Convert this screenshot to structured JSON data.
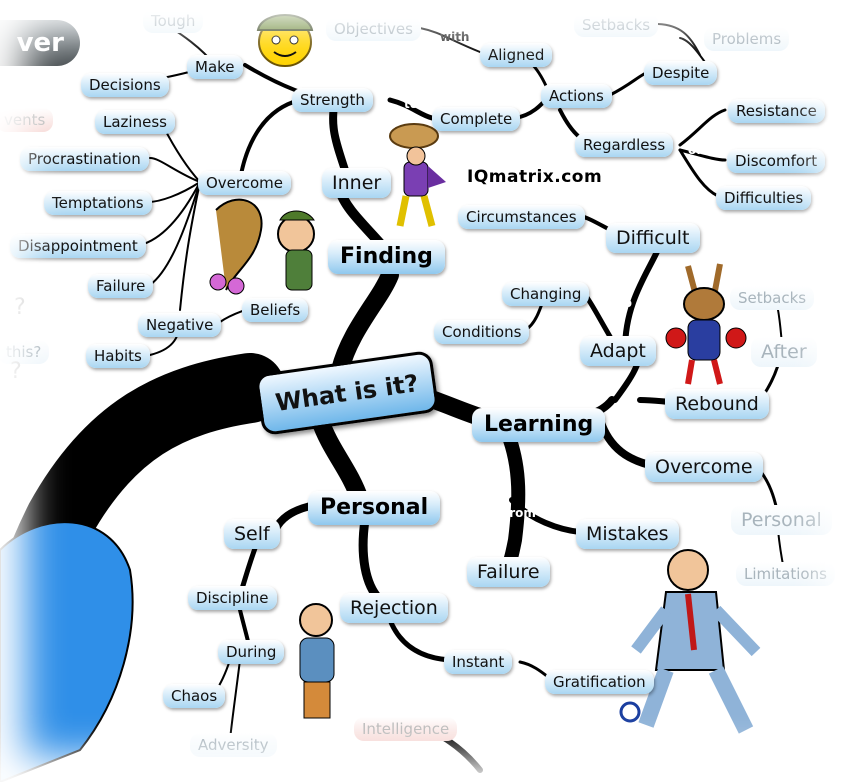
{
  "center": "What is it?",
  "brand": "IQmatrix.com",
  "logo_text": "ver",
  "main_branches": {
    "finding": "Finding",
    "learning": "Learning",
    "personal": "Personal"
  },
  "finding_branch": {
    "inner": "Inner",
    "strength": "Strength",
    "complete": "Complete",
    "actions": "Actions",
    "aligned": "Aligned",
    "objectives": "Objectives",
    "despite": "Despite",
    "problems": "Problems",
    "setbacks": "Setbacks",
    "regardless": "Regardless",
    "resistance": "Resistance",
    "discomfort": "Discomfort",
    "difficulties": "Difficulties",
    "make": "Make",
    "tough": "Tough",
    "decisions": "Decisions",
    "overcome": "Overcome",
    "laziness": "Laziness",
    "procrastination": "Procrastination",
    "temptations": "Temptations",
    "disappointment": "Disappointment",
    "failure": "Failure",
    "negative": "Negative",
    "beliefs": "Beliefs",
    "habits": "Habits"
  },
  "learning_branch": {
    "difficult": "Difficult",
    "circumstances": "Circumstances",
    "adapt": "Adapt",
    "changing": "Changing",
    "conditions": "Conditions",
    "rebound": "Rebound",
    "after": "After",
    "setbacks": "Setbacks",
    "overcome": "Overcome",
    "personal": "Personal",
    "limitations": "Limitations",
    "mistakes": "Mistakes",
    "failure": "Failure"
  },
  "personal_branch": {
    "self": "Self",
    "discipline": "Discipline",
    "during": "During",
    "chaos": "Chaos",
    "adversity": "Adversity",
    "rejection": "Rejection",
    "instant": "Instant",
    "gratification": "Gratification"
  },
  "connectors": {
    "to_1": "to",
    "to_2": "to",
    "with": "with",
    "of_1": "of",
    "to_3": "to",
    "to_4": "to",
    "from": "from",
    "of_2": "of"
  },
  "edge_fragments": {
    "events": "vents",
    "question_1": "?",
    "this_q": "this?",
    "question_2": "?",
    "intelligence": "Intelligence"
  },
  "colors": {
    "node_light": "#dff0fb",
    "node_dark": "#a9d6f2",
    "branch": "#000000",
    "center_fill": "#6fb7ea",
    "faded_text": "#a8b4bc"
  }
}
